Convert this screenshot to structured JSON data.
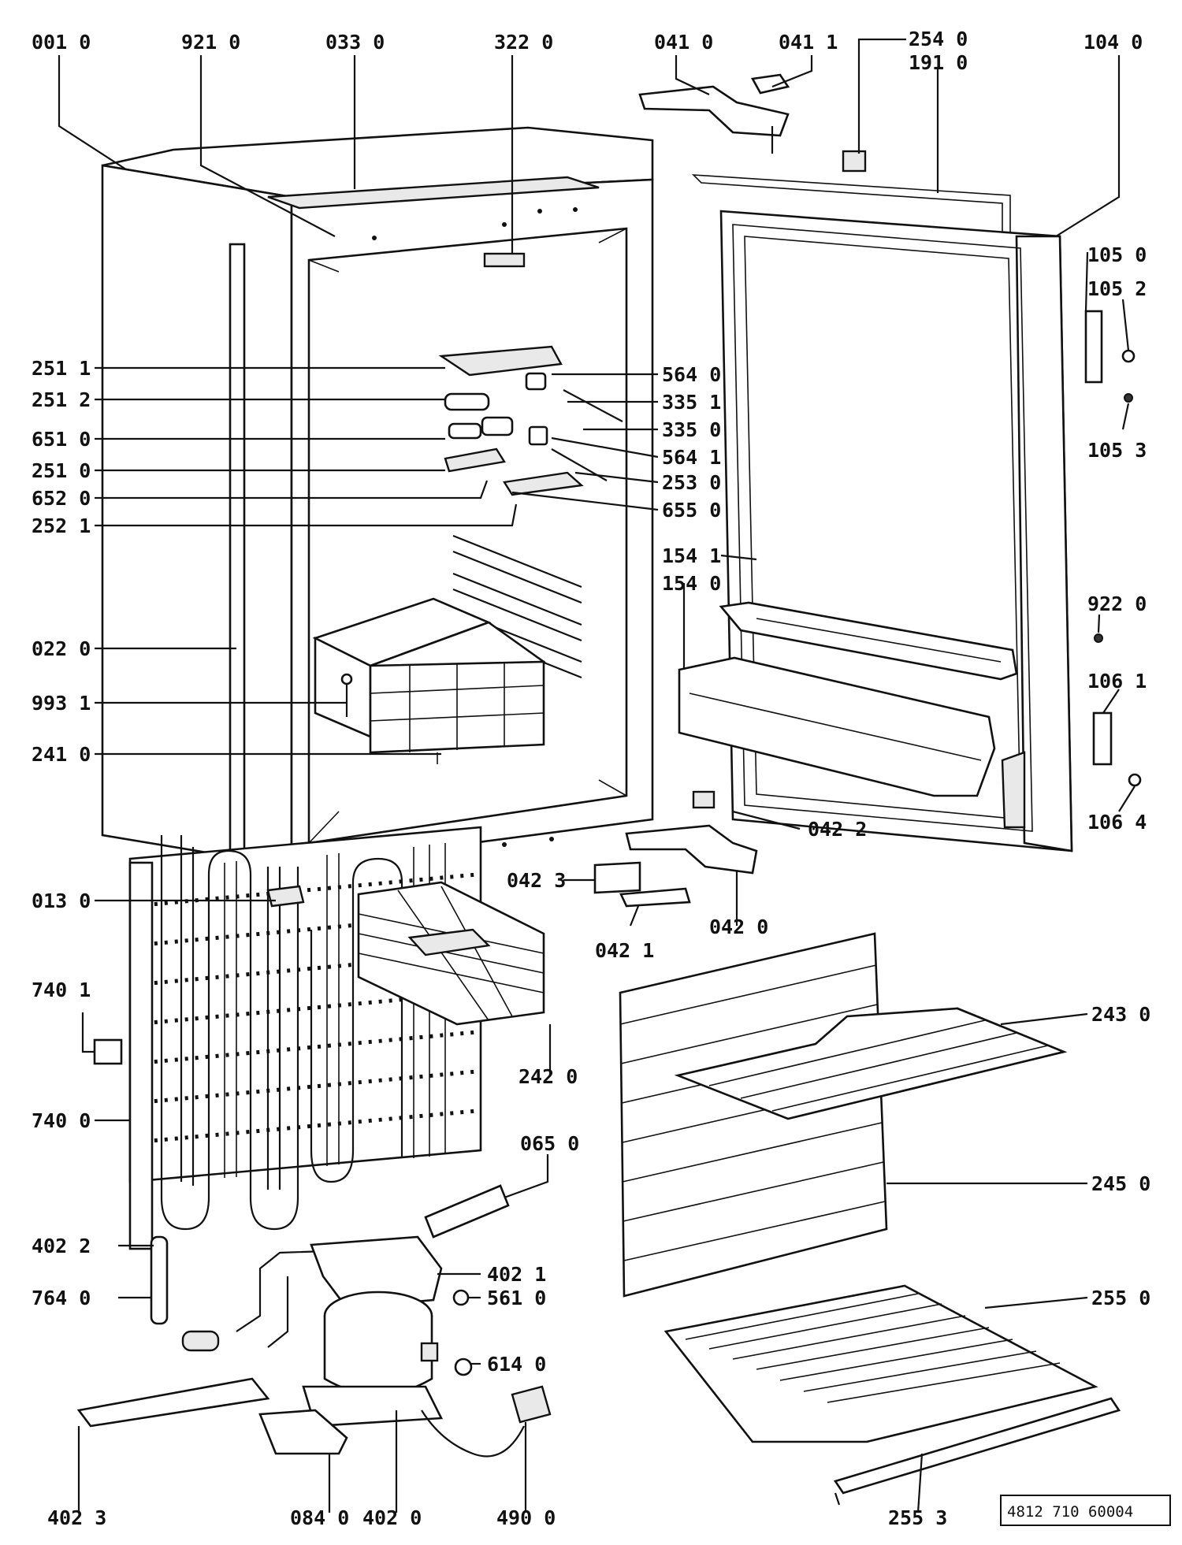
{
  "diagram": {
    "doc_number": "4812 710 60004",
    "part_labels": [
      "001 0",
      "921 0",
      "033 0",
      "322 0",
      "041 0",
      "041 1",
      "254 0",
      "191 0",
      "104 0",
      "105 0",
      "105 2",
      "105 3",
      "251 1",
      "251 2",
      "651 0",
      "251 0",
      "652 0",
      "252 1",
      "564 0",
      "335 1",
      "335 0",
      "564 1",
      "253 0",
      "655 0",
      "154 1",
      "154 0",
      "922 0",
      "106 1",
      "106 4",
      "022 0",
      "993 1",
      "241 0",
      "042 2",
      "042 3",
      "042 1",
      "042 0",
      "013 0",
      "740 1",
      "740 0",
      "242 0",
      "243 0",
      "245 0",
      "065 0",
      "402 2",
      "402 1",
      "764 0",
      "561 0",
      "614 0",
      "255 0",
      "402 3",
      "084 0",
      "402 0",
      "490 0",
      "255 3"
    ]
  }
}
